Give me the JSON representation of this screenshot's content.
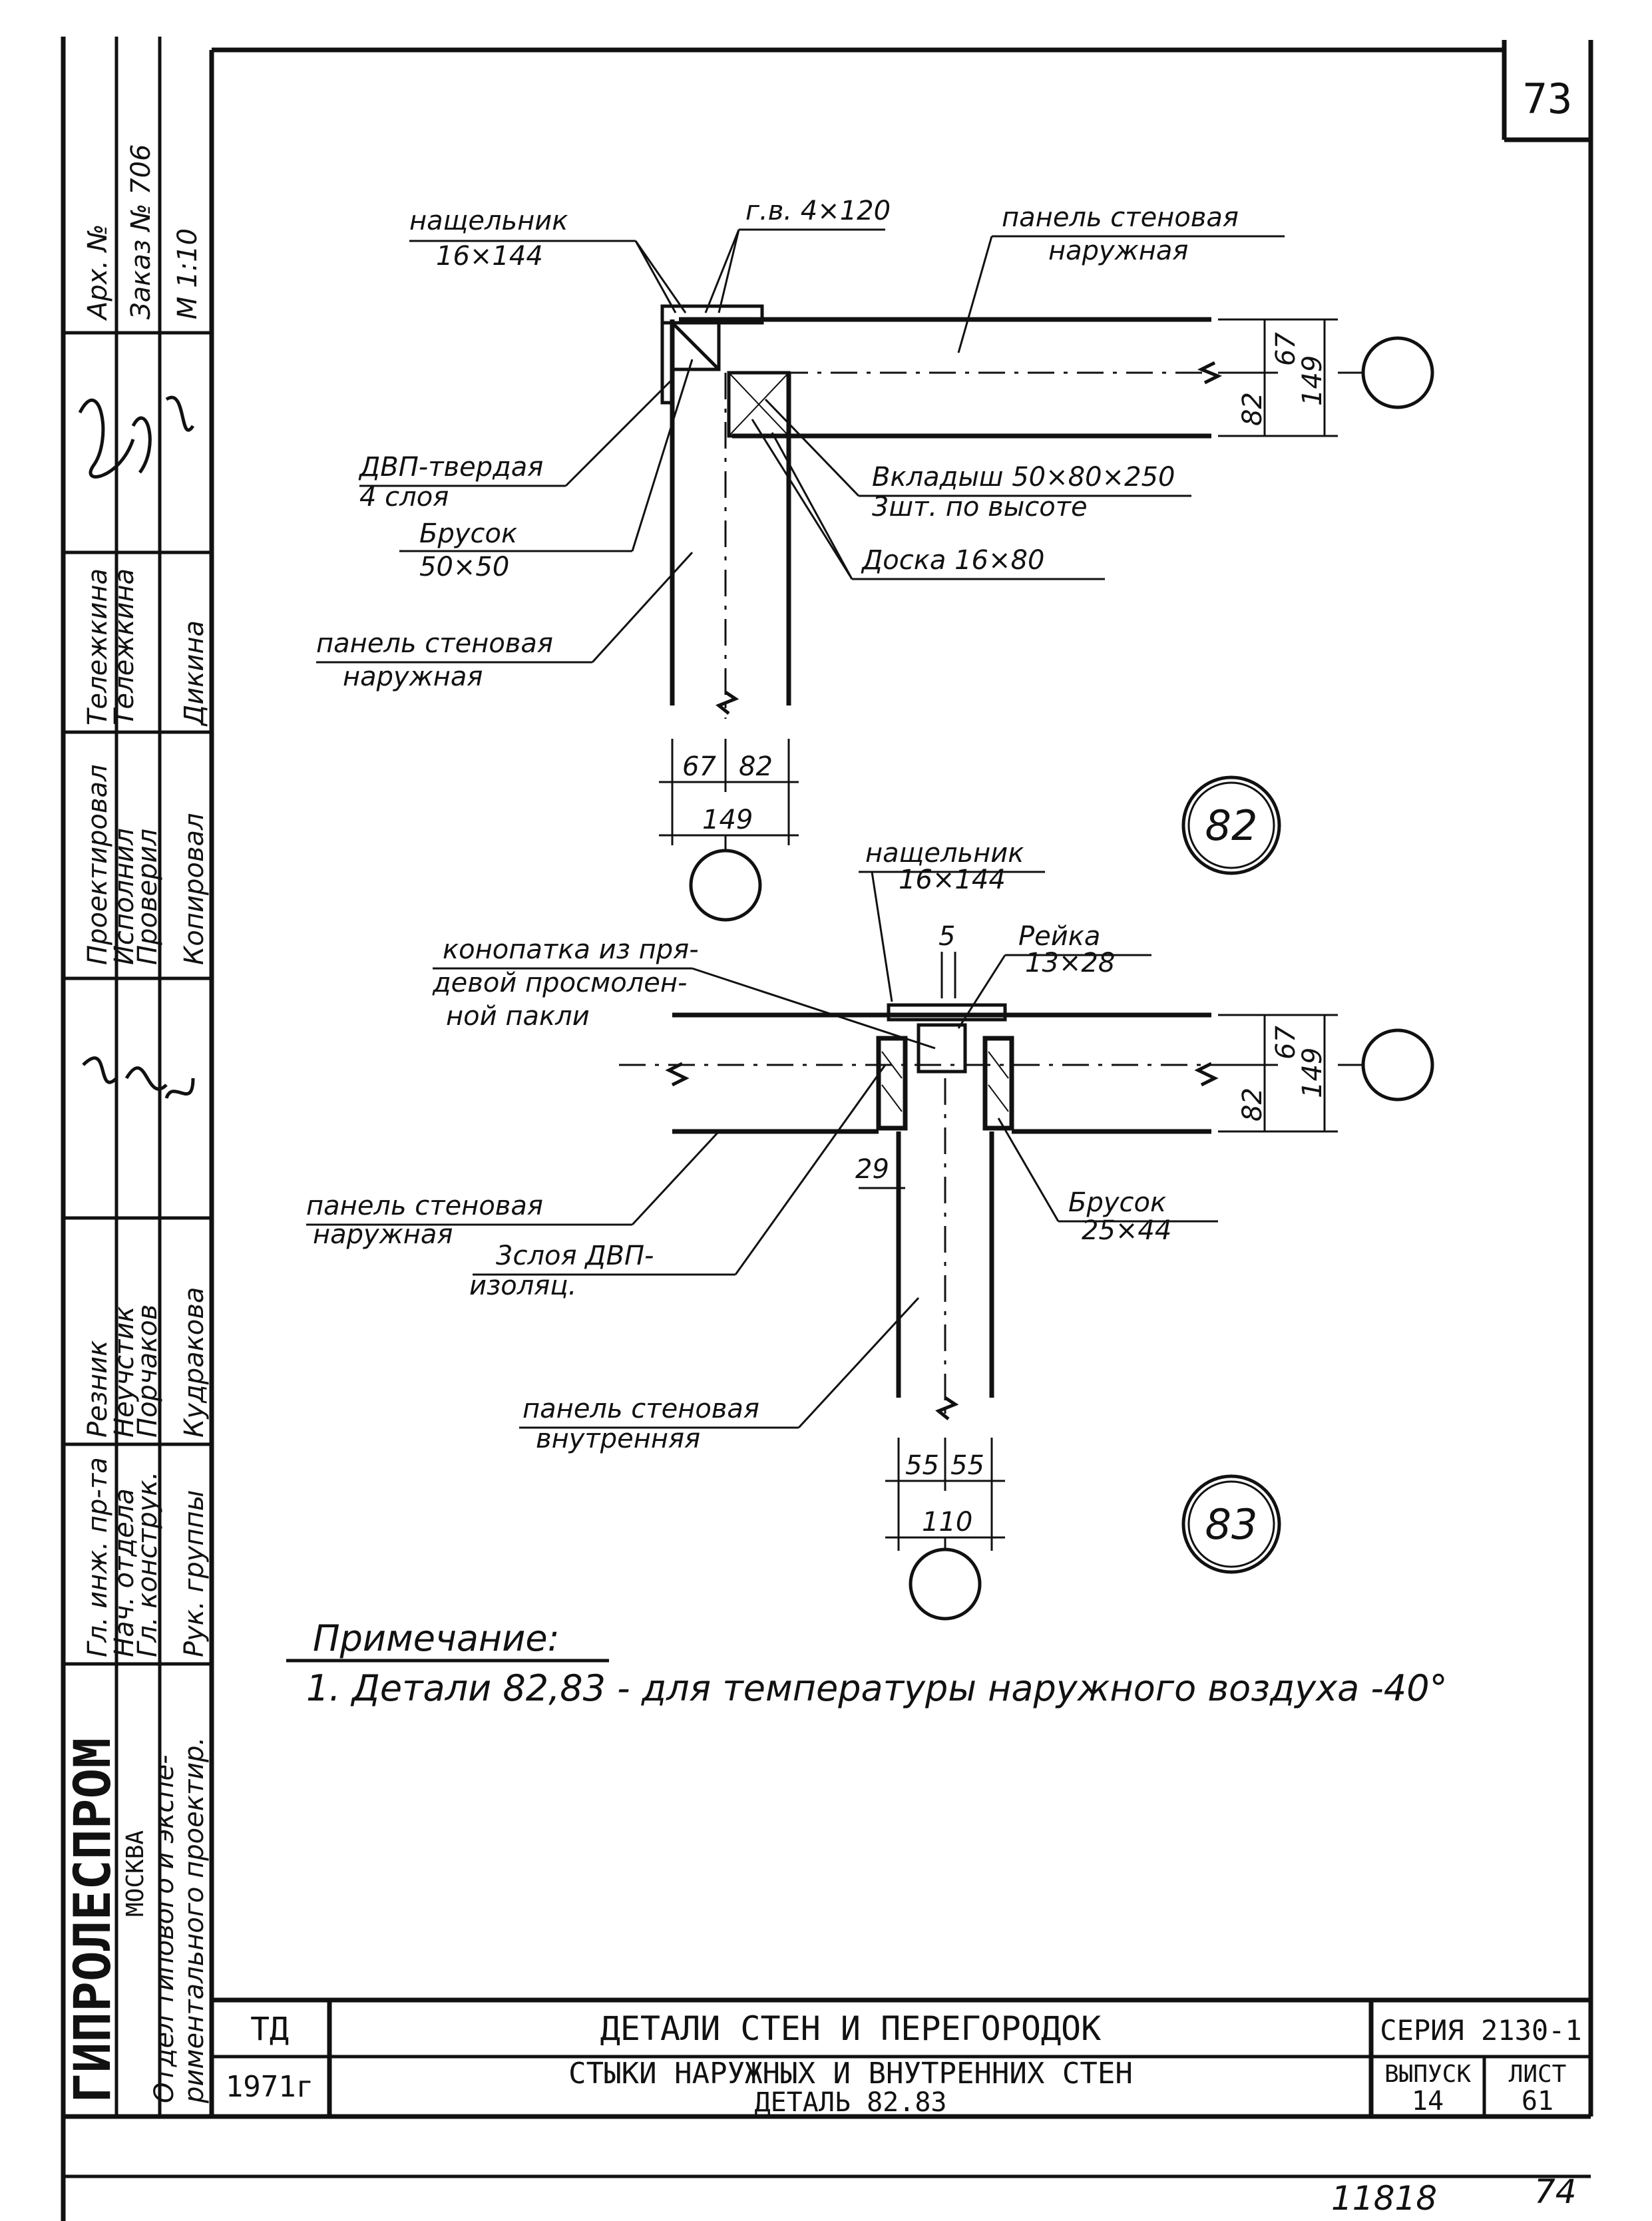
{
  "sheet": {
    "page_number": "73",
    "bottom_number": "11818",
    "bottom_page": "74"
  },
  "left_strip": {
    "org": "ГИПРОЛЕСПРОМ",
    "city": "МОСКВА",
    "dept": "Отдел типового и экспе-",
    "dept2": "риментального проектир.",
    "arch": "Арх. №",
    "order": "Заказ № 706",
    "scale": "М 1:10",
    "roles_a": [
      "Проектировал",
      "Исполнил",
      "Проверил",
      "",
      "Копировал"
    ],
    "names_a": [
      "Тележкина",
      "Тележкина",
      "",
      "",
      "Дикина"
    ],
    "roles_b": [
      "Гл. инж. пр-та",
      "Нач. отдела",
      "Гл. конструк.",
      "Рук. группы"
    ],
    "names_b": [
      "Резник",
      "Неучстик",
      "Порчаков",
      "Кудракова"
    ]
  },
  "detail82": {
    "circle_label": "82",
    "labels": {
      "nashchelnik": "нащельник",
      "nashchelnik_size": "16×144",
      "gv": "г.в. 4×120",
      "panel_outer": "панель стеновая",
      "panel_outer2": "наружная",
      "dvp": "ДВП-твердая",
      "dvp2": "4 слоя",
      "vkladysh": "Вкладыш 50×80×250",
      "vkladysh2": "3шт. по высоте",
      "brusok": "Брусок",
      "brusok_size": "50×50",
      "doska": "Доска 16×80",
      "panel_outer_b": "панель стеновая",
      "panel_outer_b2": "наружная"
    },
    "dims_vertical": [
      "67",
      "82",
      "149"
    ],
    "dims_horizontal": [
      "67",
      "82",
      "149"
    ]
  },
  "detail83": {
    "circle_label": "83",
    "labels": {
      "nashchelnik": "нащельник",
      "nashchelnik_size": "16×144",
      "konopatka1": "конопатка из пря-",
      "konopatka2": "девой просмолен-",
      "konopatka3": "ной пакли",
      "gap": "5",
      "reika": "Рейка",
      "reika_size": "13×28",
      "panel_outer": "панель стеновая",
      "panel_outer2": "наружная",
      "dvp": "3слоя ДВП-",
      "dvp2": "изоляц.",
      "dim29": "29",
      "brusok": "Брусок",
      "brusok_size": "25×44",
      "panel_inner": "панель стеновая",
      "panel_inner2": "внутренняя"
    },
    "dims_vertical": [
      "67",
      "82",
      "149"
    ],
    "dims_horizontal": [
      "55",
      "55",
      "110"
    ]
  },
  "note": {
    "title": "Примечание:",
    "text": "1. Детали 82,83 - для температуры наружного воздуха -40°"
  },
  "title_block": {
    "td": "ТД",
    "year": "1971г",
    "title1": "ДЕТАЛИ СТЕН И ПЕРЕГОРОДОК",
    "title2": "СТЫКИ НАРУЖНЫХ И ВНУТРЕННИХ СТЕН",
    "title3": "ДЕТАЛЬ 82.83",
    "series": "СЕРИЯ 2130-1",
    "vypusk_label": "ВЫПУСК",
    "vypusk": "14",
    "list_label": "ЛИСТ",
    "list": "61"
  }
}
